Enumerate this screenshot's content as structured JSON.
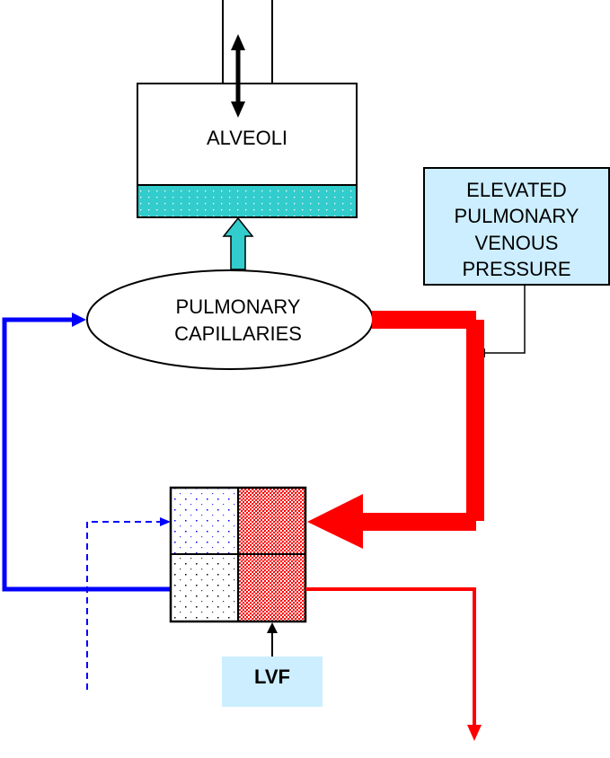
{
  "diagram": {
    "title": "Pulmonary edema pathway in left ventricular failure",
    "nodes": {
      "alveoli": {
        "label": "ALVEOLI",
        "fill": "#ffffff",
        "fluid_fill": "#33cccc"
      },
      "capillaries": {
        "label_lines": [
          "PULMONARY",
          "CAPILLARIES"
        ]
      },
      "elevated_pressure": {
        "label_lines": [
          "ELEVATED",
          "PULMONARY",
          "VENOUS",
          "PRESSURE"
        ],
        "fill": "#cceeff"
      },
      "lvf": {
        "label": "LVF",
        "fill": "#cceeff"
      },
      "heart": {
        "chambers": [
          "right-atrium",
          "left-atrium",
          "right-ventricle",
          "left-ventricle"
        ],
        "right_fill": "#ffffff",
        "left_fill": "#ff0000"
      }
    },
    "edges": [
      {
        "from": "airway",
        "to": "alveoli",
        "type": "bidirectional",
        "color": "#000000"
      },
      {
        "from": "capillaries",
        "to": "alveoli",
        "type": "fluid-shift",
        "color": "#33cccc"
      },
      {
        "from": "capillaries",
        "to": "left-atrium",
        "type": "pulmonary-veins",
        "color": "#ff0000",
        "weight": "thick"
      },
      {
        "from": "elevated_pressure",
        "to": "pulmonary-veins",
        "type": "annotation",
        "color": "#000000"
      },
      {
        "from": "right-ventricle",
        "to": "capillaries",
        "type": "pulmonary-artery",
        "color": "#0000ff"
      },
      {
        "from": "systemic-veins",
        "to": "right-atrium",
        "type": "venous-return",
        "color": "#0000ff",
        "style": "dashed"
      },
      {
        "from": "left-ventricle",
        "to": "systemic-circulation",
        "type": "aorta",
        "color": "#ff0000"
      },
      {
        "from": "lvf",
        "to": "left-ventricle",
        "type": "cause",
        "color": "#000000"
      }
    ],
    "colors": {
      "arterial": "#ff0000",
      "venous": "#0000ff",
      "fluid": "#33cccc",
      "label_box": "#cceeff"
    }
  }
}
